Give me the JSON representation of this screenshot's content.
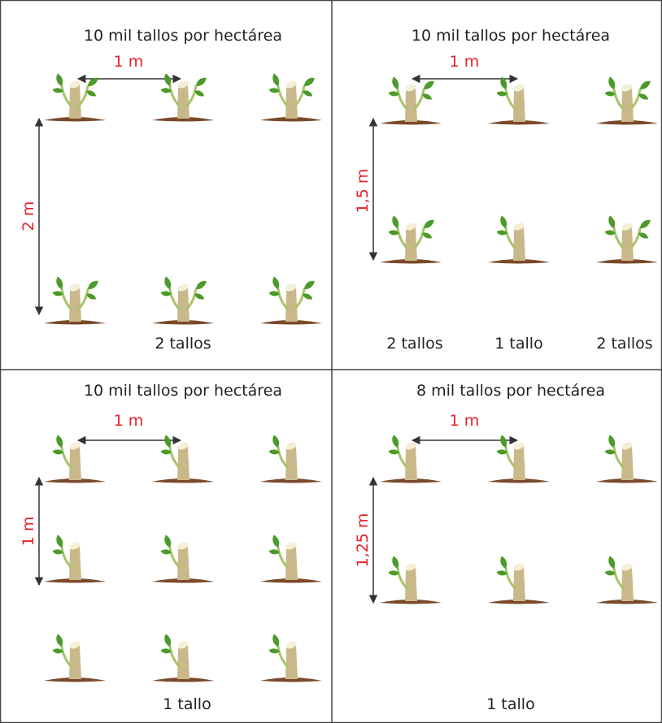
{
  "colors": {
    "border": "#444444",
    "arrow": "#333333",
    "dimension_label": "#e8202a",
    "text": "#222222",
    "soil": "#7a4a2a",
    "stem": "#c9b98a",
    "cut": "#f5efd5",
    "leaf": "#4c9a2a"
  },
  "panels": [
    {
      "title": "10 mil tallos por hectárea",
      "spacing_h_label": "1 m",
      "spacing_v_label": "2 m",
      "plant_icon": "plant-two-stems-icon",
      "captions": [
        "2 tallos"
      ]
    },
    {
      "title": "10 mil tallos por hectárea",
      "spacing_h_label": "1 m",
      "spacing_v_label": "1,5 m",
      "plant_icon": "plant-alternating-icon",
      "captions": [
        "2 tallos",
        "1 tallo",
        "2 tallos"
      ]
    },
    {
      "title": "10 mil tallos por hectárea",
      "spacing_h_label": "1 m",
      "spacing_v_label": "1 m",
      "plant_icon": "plant-one-stem-icon",
      "captions": [
        "1 tallo"
      ]
    },
    {
      "title": "8 mil tallos por hectárea",
      "spacing_h_label": "1 m",
      "spacing_v_label": "1,25 m",
      "plant_icon": "plant-one-stem-icon",
      "captions": [
        "1 tallo"
      ]
    }
  ]
}
